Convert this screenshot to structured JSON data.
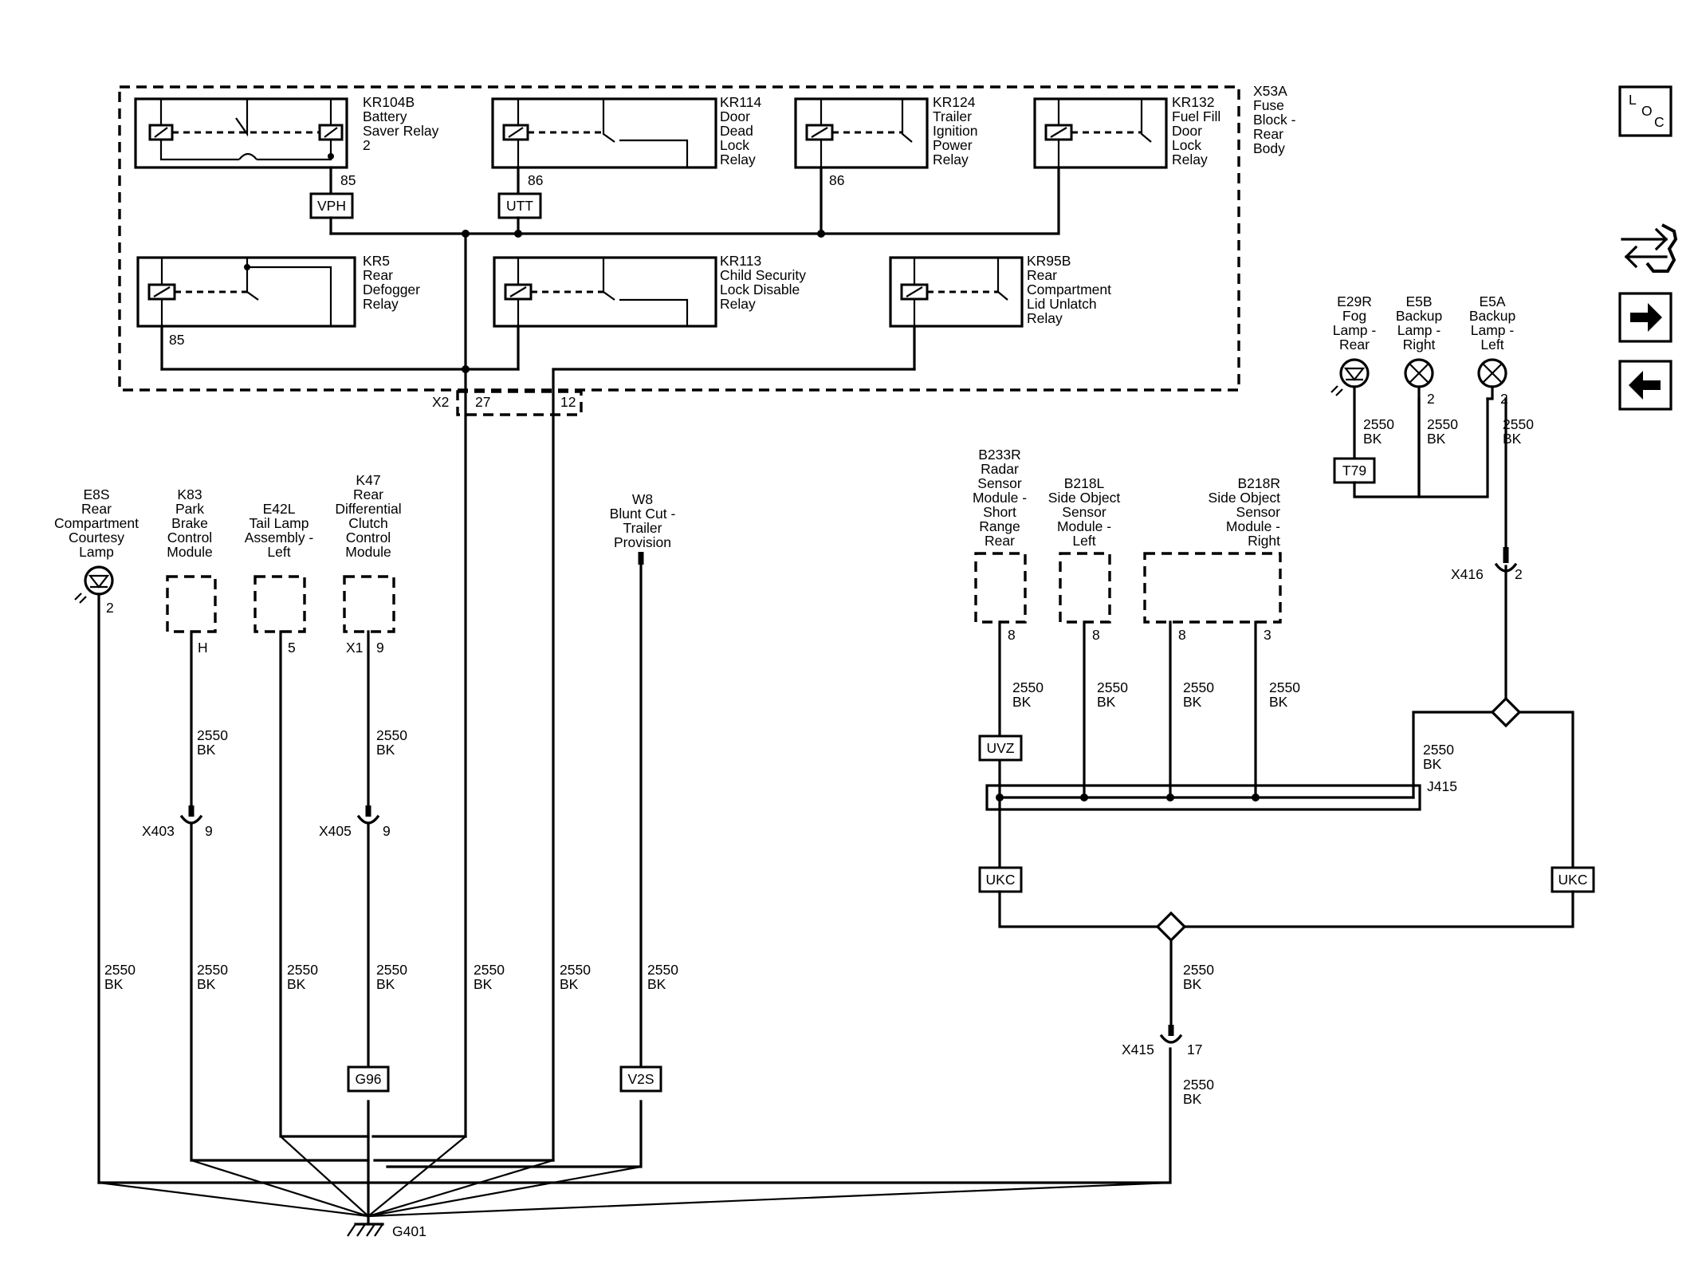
{
  "fuse_block": {
    "label": [
      "X53A",
      "Fuse",
      "Block -",
      "Rear",
      "Body"
    ],
    "connector": "X2",
    "pins": [
      "27",
      "12"
    ]
  },
  "relays": [
    {
      "name": [
        "KR104B",
        "Battery",
        "Saver Relay",
        "2"
      ],
      "pin": "85",
      "splice": "VPH"
    },
    {
      "name": [
        "KR114",
        "Door",
        "Dead",
        "Lock",
        "Relay"
      ],
      "pin": "86",
      "splice": "UTT"
    },
    {
      "name": [
        "KR124",
        "Trailer",
        "Ignition",
        "Power",
        "Relay"
      ],
      "pin": "86"
    },
    {
      "name": [
        "KR132",
        "Fuel Fill",
        "Door",
        "Lock",
        "Relay"
      ]
    },
    {
      "name": [
        "KR5",
        "Rear",
        "Defogger",
        "Relay"
      ],
      "pin": "85"
    },
    {
      "name": [
        "KR113",
        "Child Security",
        "Lock Disable",
        "Relay"
      ]
    },
    {
      "name": [
        "KR95B",
        "Rear",
        "Compartment",
        "Lid Unlatch",
        "Relay"
      ]
    }
  ],
  "components": {
    "e8s": {
      "name": [
        "E8S",
        "Rear",
        "Compartment",
        "Courtesy",
        "Lamp"
      ],
      "pin": "2"
    },
    "k83": {
      "name": [
        "K83",
        "Park",
        "Brake",
        "Control",
        "Module"
      ],
      "pin": "H"
    },
    "e42l": {
      "name": [
        "E42L",
        "Tail Lamp",
        "Assembly -",
        "Left"
      ],
      "pin": "5"
    },
    "k47": {
      "name": [
        "K47",
        "Rear",
        "Differential",
        "Clutch",
        "Control",
        "Module"
      ],
      "conn": "X1",
      "pin": "9"
    },
    "w8": {
      "name": [
        "W8",
        "Blunt Cut -",
        "Trailer",
        "Provision"
      ]
    },
    "b233r": {
      "name": [
        "B233R",
        "Radar",
        "Sensor",
        "Module -",
        "Short",
        "Range",
        "Rear"
      ],
      "pin": "8"
    },
    "b218l": {
      "name": [
        "B218L",
        "Side Object",
        "Sensor",
        "Module -",
        "Left"
      ],
      "pin": "8"
    },
    "b218r": {
      "name": [
        "B218R",
        "Side Object",
        "Sensor",
        "Module -",
        "Right"
      ],
      "pins": [
        "8",
        "3"
      ]
    },
    "e29r": {
      "name": [
        "E29R",
        "Fog",
        "Lamp -",
        "Rear"
      ]
    },
    "e5b": {
      "name": [
        "E5B",
        "Backup",
        "Lamp -",
        "Right"
      ],
      "pin": "2"
    },
    "e5a": {
      "name": [
        "E5A",
        "Backup",
        "Lamp -",
        "Left"
      ],
      "pin": "2"
    }
  },
  "wire": {
    "line1": "2550",
    "line2": "BK"
  },
  "connectors": {
    "x403": {
      "id": "X403",
      "pin": "9"
    },
    "x405": {
      "id": "X405",
      "pin": "9"
    },
    "x415": {
      "id": "X415",
      "pin": "17"
    },
    "x416": {
      "id": "X416",
      "pin": "2"
    }
  },
  "splices": {
    "g96": "G96",
    "v2s": "V2S",
    "uvz": "UVZ",
    "ukc": "UKC",
    "t79": "T79"
  },
  "j415": "J415",
  "ground": "G401",
  "nav": {
    "loc": [
      "L",
      "O",
      "C"
    ],
    "icons": [
      "connector-swap-icon",
      "arrow-right-icon",
      "arrow-left-icon"
    ]
  }
}
